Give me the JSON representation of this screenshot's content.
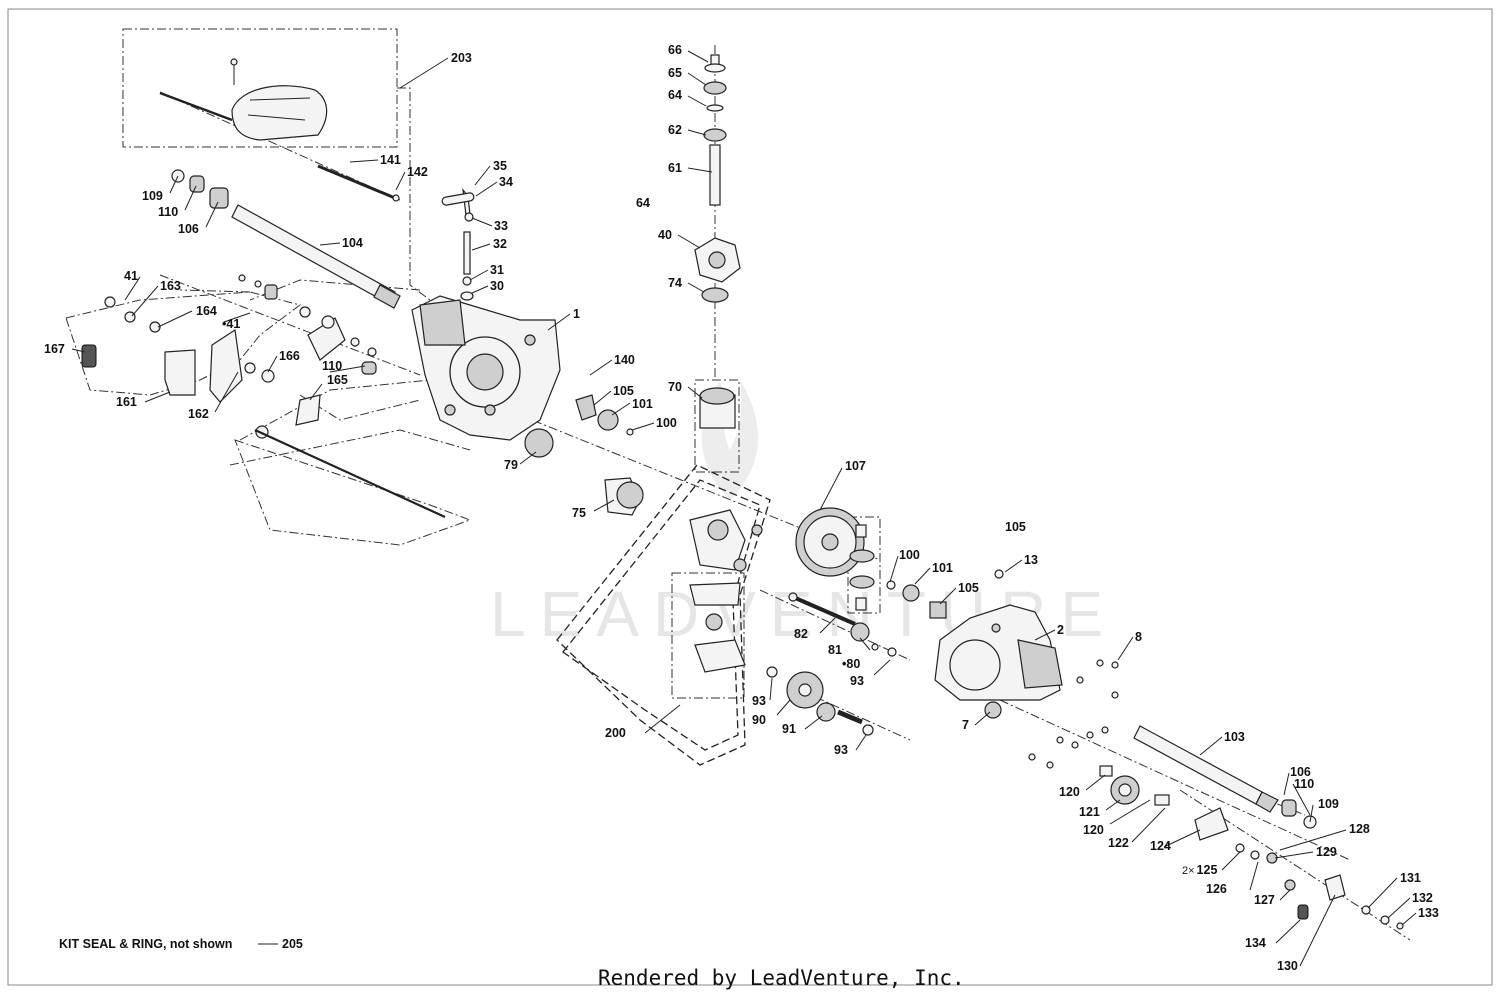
{
  "diagram": {
    "labels": {
      "p1": "1",
      "p2": "2",
      "p7": "7",
      "p8": "8",
      "p13": "13",
      "p30": "30",
      "p31": "31",
      "p32": "32",
      "p33": "33",
      "p34": "34",
      "p35": "35",
      "p40": "40",
      "p41a": "41",
      "p41b": "41",
      "p61": "61",
      "p62": "62",
      "p64a": "64",
      "p64b": "64",
      "p65": "65",
      "p66": "66",
      "p70": "70",
      "p74": "74",
      "p75": "75",
      "p79": "79",
      "p80": "80",
      "p81": "81",
      "p82": "82",
      "p90": "90",
      "p91": "91",
      "p93a": "93",
      "p93b": "93",
      "p93c": "93",
      "p100a": "100",
      "p100b": "100",
      "p101a": "101",
      "p101b": "101",
      "p103": "103",
      "p104": "104",
      "p105a": "105",
      "p105b": "105",
      "p105c": "105",
      "p106a": "106",
      "p106b": "106",
      "p107": "107",
      "p109a": "109",
      "p109b": "109",
      "p110a": "110",
      "p110b": "110",
      "p110c": "110",
      "p120a": "120",
      "p120b": "120",
      "p121": "121",
      "p122": "122",
      "p124": "124",
      "p125": "125",
      "p125_qty": "2×",
      "p126": "126",
      "p127": "127",
      "p128": "128",
      "p129": "129",
      "p130": "130",
      "p131": "131",
      "p132": "132",
      "p133": "133",
      "p134": "134",
      "p140": "140",
      "p141": "141",
      "p142": "142",
      "p161": "161",
      "p162": "162",
      "p163": "163",
      "p164": "164",
      "p165": "165",
      "p166": "166",
      "p167": "167",
      "p200": "200",
      "p203": "203"
    },
    "note_text": "KIT SEAL & RING, not shown",
    "note_ref": "205",
    "watermark": "LEADVENTURE"
  },
  "footer": {
    "rendered_by": "Rendered by LeadVenture, Inc."
  }
}
